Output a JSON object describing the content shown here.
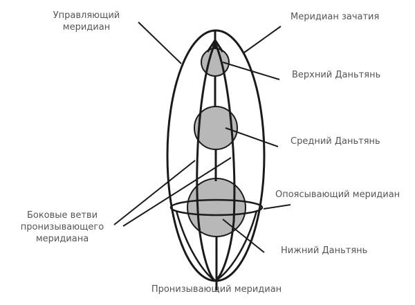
{
  "diagram": {
    "colors": {
      "line": "#1a1a1a",
      "ball_fill": "#b8b8b8",
      "text": "#555555",
      "background": "#ffffff"
    },
    "labels": {
      "governing": {
        "line1": "Управляющий",
        "line2": "меридиан"
      },
      "conception": "Меридиан зачатия",
      "upper_dantian": "Верхний Даньтянь",
      "middle_dantian": "Средний Даньтянь",
      "girdle": "Опоясывающий меридиан",
      "lateral_branches": {
        "line1": "Боковые ветви",
        "line2": "пронизывающего",
        "line3": "меридиана"
      },
      "lower_dantian": "Нижний Даньтянь",
      "penetrating": "Пронизывающий меридиан"
    }
  }
}
